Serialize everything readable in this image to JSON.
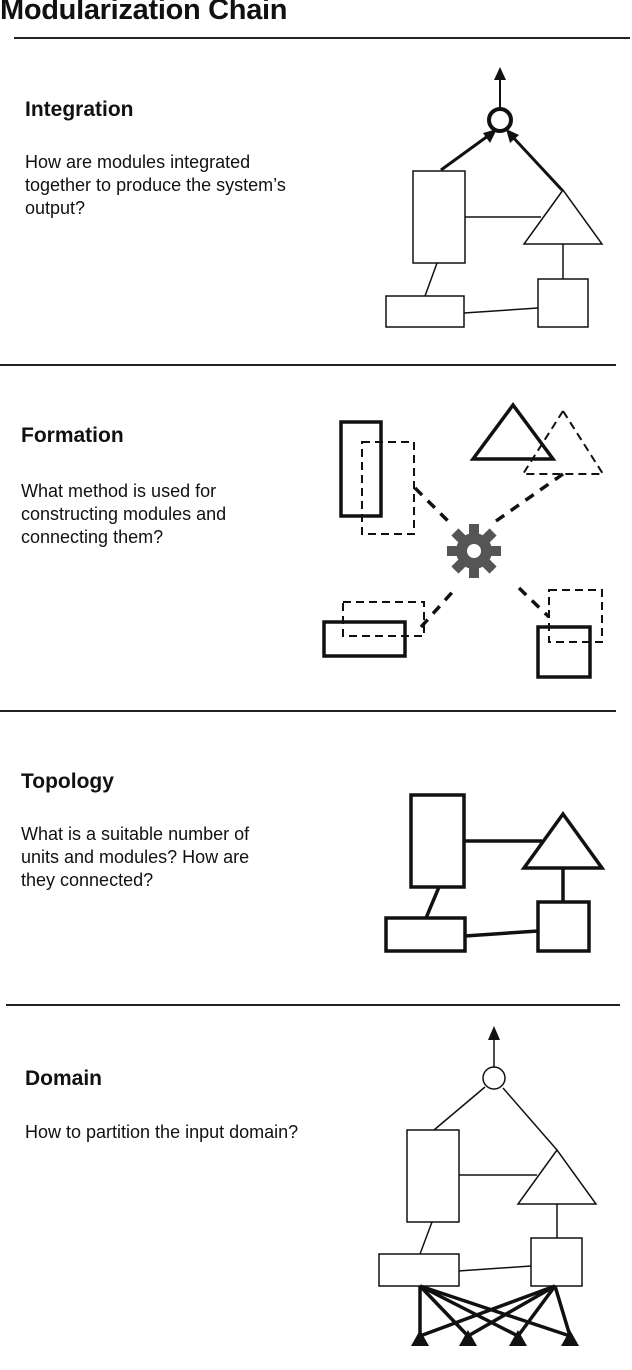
{
  "title": "Modularization Chain",
  "sections": [
    {
      "title": "Integration",
      "description": "How are modules integrated\ntogether to produce the system’s\noutput?"
    },
    {
      "title": "Formation",
      "description": "What method is used for\nconstructing modules and\nconnecting them?"
    },
    {
      "title": "Topology",
      "description": "What is a suitable number of\nunits and modules? How are\nthey connected?"
    },
    {
      "title": "Domain",
      "description": "How to partition the input domain?"
    }
  ],
  "colors": {
    "ink": "#111111",
    "gear": "#555555"
  }
}
